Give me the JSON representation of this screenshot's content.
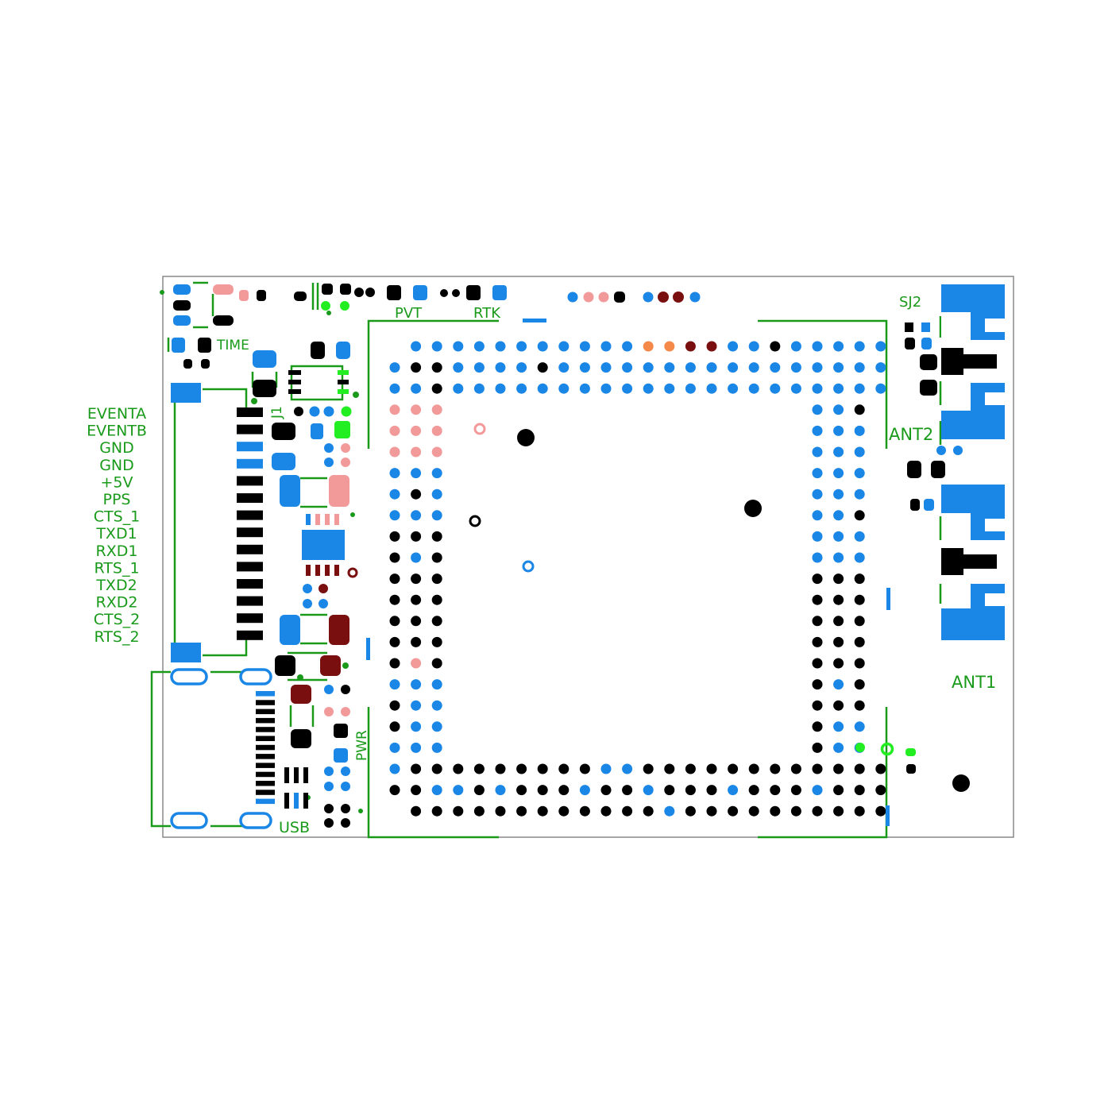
{
  "colors": {
    "silk": "#1a9a1a",
    "blue": "#1a86e6",
    "black": "#000000",
    "pink": "#f29a9a",
    "orange": "#f5894a",
    "maroon": "#7a0f0f",
    "lime": "#22ee22",
    "outline": "#888888"
  },
  "pin_labels": [
    "EVENTA",
    "EVENTB",
    "GND",
    "GND",
    "+5V",
    "PPS",
    "CTS_1",
    "TXD1",
    "RXD1",
    "RTS_1",
    "TXD2",
    "RXD2",
    "CTS_2",
    "RTS_2"
  ],
  "silkscreen": {
    "time": "TIME",
    "pvt": "PVT",
    "rtk": "RTK",
    "j1": "J1",
    "pwr": "PWR",
    "usb": "USB",
    "sj2": "SJ2",
    "ant2": "ANT2",
    "ant1": "ANT1"
  },
  "module_grid": {
    "rows": [
      "XBBBBBBBBBBBOOMMBBKBBBBB",
      "BKKBBBBKBBBBBBBBBBBBBBBB",
      "BBKBBBBBBBBBBBBBBBBBBBBB",
      "PPP...............BBK",
      "PPP...............BBB",
      "PPP...............BBB",
      "BBB...............BBB",
      "BKB...............BBB",
      "BBB...............BBK",
      "KKK...............BBB",
      "KBK...............BBB",
      "KKK...............KKK",
      "KKK...............KKK",
      "KKK...............KKK",
      "KKK...............KKK",
      "KPK...............KKK",
      "BBB...............KBK",
      "KBB...............KKK",
      "KBB...............KBB",
      "BBB...............KBB",
      "BKKKKKKKKKBBKKKKKKKKKKKK",
      "KKBBKBKKKBKKBKKKBKKKBKKK",
      "XKKKKKKKKKKKKBKKKKKKKKKK"
    ]
  }
}
